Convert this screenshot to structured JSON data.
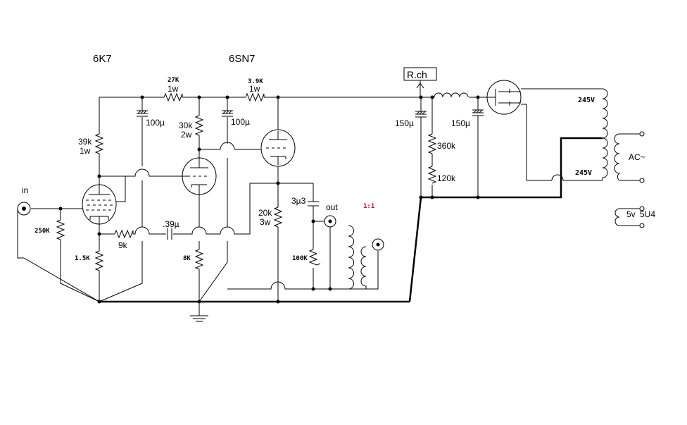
{
  "tubes": {
    "left_label": "6K7",
    "mid_label": "6SN7",
    "rect_label": "5U4"
  },
  "labels": {
    "input": "in",
    "output": "out",
    "ratio": "1:1",
    "right_channel": "R.ch",
    "ac": "AC~",
    "heater": "5v",
    "hv_top": "245V",
    "hv_bottom": "245V"
  },
  "components": {
    "r_27k": "27K",
    "r_27k_w": "1w",
    "r_3k9": "3.9K",
    "r_3k9_w": "1w",
    "r_39k": "39k",
    "r_39k_w": "1w",
    "r_30k": "30k",
    "r_30k_w": "2w",
    "c_100u_a": "100µ",
    "c_100u_b": "100µ",
    "c_150u_a": "150µ",
    "c_150u_b": "150µ",
    "r_360k": "360k",
    "r_120k": "120k",
    "r_250k": "250K",
    "r_1k5": "1.5K",
    "r_9k": "9k",
    "c_039": ".39µ",
    "r_8k": "8K",
    "r_20k": "20k",
    "r_20k_w": "3w",
    "c_3u3": "3µ3",
    "r_100k": "100K"
  }
}
